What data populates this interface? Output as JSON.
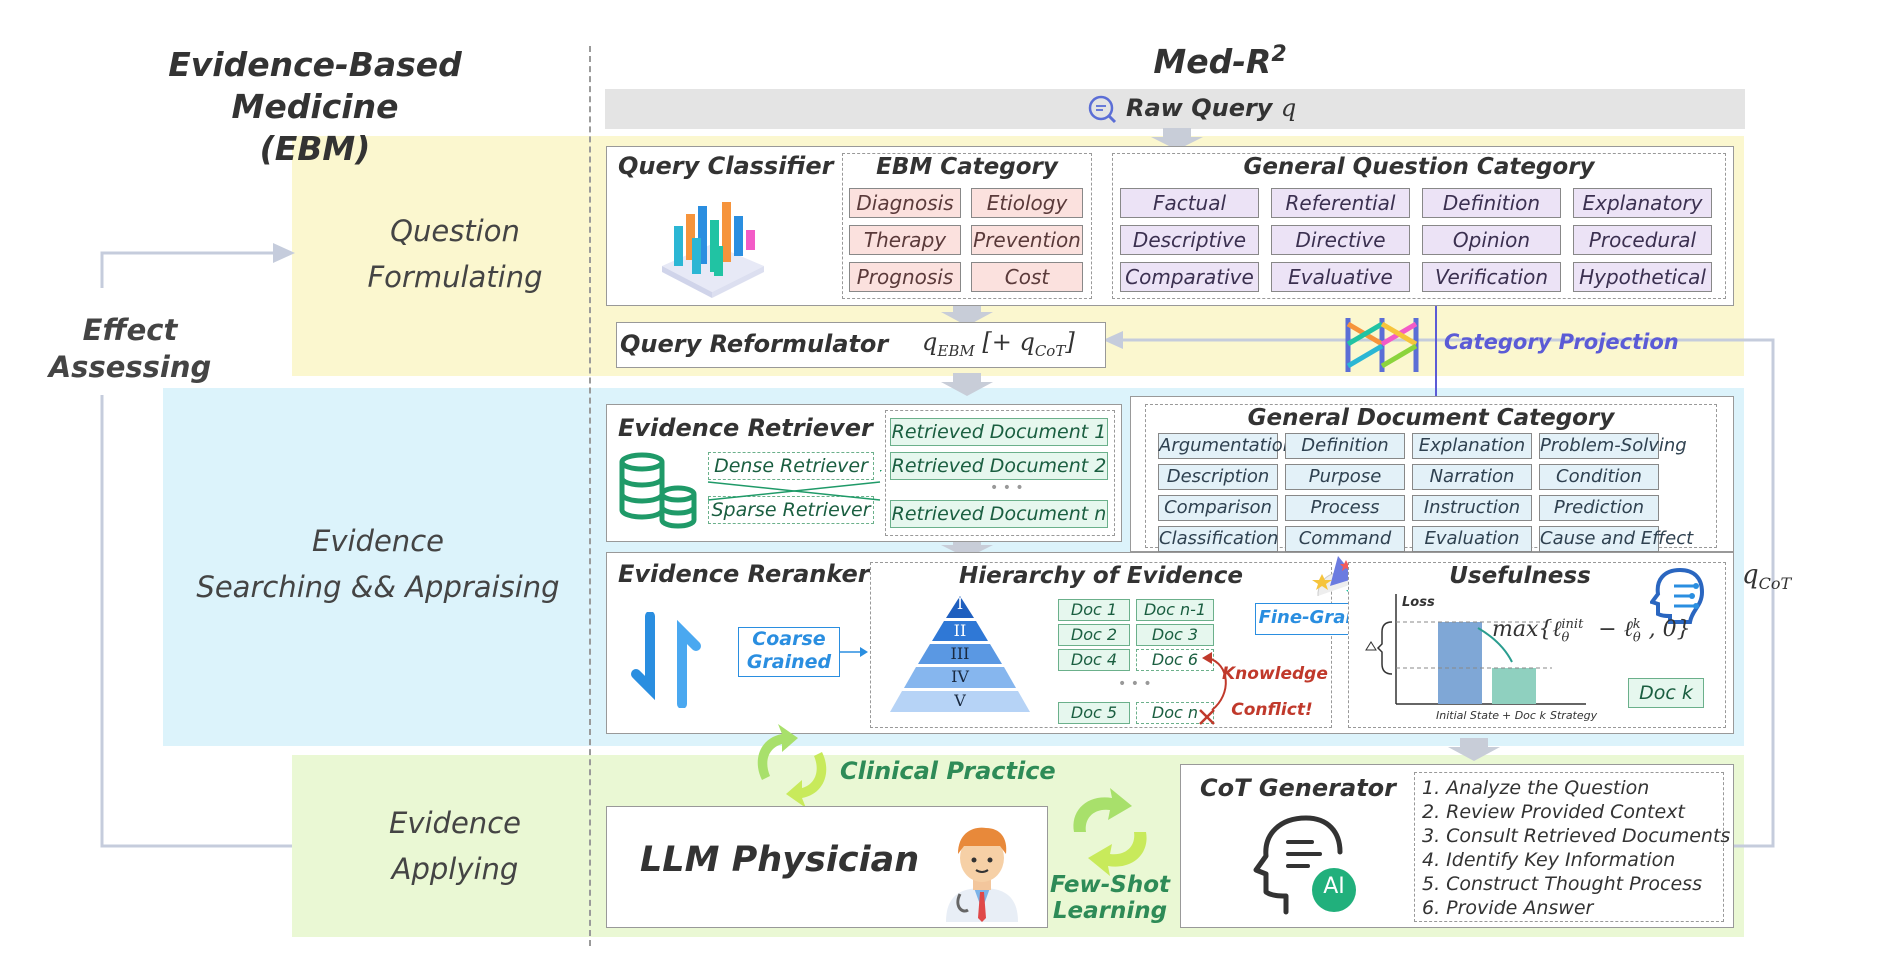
{
  "header": {
    "ebm_title_line1": "Evidence-Based Medicine",
    "ebm_title_line2": "(EBM)",
    "medr2_title": "Med-R",
    "medr2_superscript": "2"
  },
  "raw_query": {
    "label": "Raw Query",
    "var": "q"
  },
  "stages": {
    "question_formulating": [
      "Question",
      "Formulating"
    ],
    "evidence_searching": [
      "Evidence",
      "Searching && Appraising"
    ],
    "evidence_applying": [
      "Evidence",
      "Applying"
    ],
    "effect_assessing": [
      "Effect",
      "Assessing"
    ]
  },
  "query_classifier": {
    "title": "Query Classifier",
    "ebm_category_title": "EBM Category",
    "ebm_categories": [
      "Diagnosis",
      "Etiology",
      "Therapy",
      "Prevention",
      "Prognosis",
      "Cost"
    ],
    "general_category_title": "General Question Category",
    "general_categories": [
      "Factual",
      "Referential",
      "Definition",
      "Explanatory",
      "Descriptive",
      "Directive",
      "Opinion",
      "Procedural",
      "Comparative",
      "Evaluative",
      "Verification",
      "Hypothetical"
    ]
  },
  "query_reformulator": {
    "title": "Query Reformulator",
    "formula": "q_EBM [+ q_CoT]"
  },
  "category_projection": "Category Projection",
  "q_cot_label": "q_CoT",
  "evidence_retriever": {
    "title": "Evidence Retriever",
    "dense": "Dense Retriever",
    "sparse": "Sparse Retriever",
    "docs": [
      "Retrieved Document 1",
      "Retrieved Document 2",
      "Retrieved Document n"
    ],
    "ellipsis": "• • •"
  },
  "general_document_category": {
    "title": "General Document Category",
    "categories": [
      "Argumentation",
      "Definition",
      "Explanation",
      "Problem-Solving",
      "Description",
      "Purpose",
      "Narration",
      "Condition",
      "Comparison",
      "Process",
      "Instruction",
      "Prediction",
      "Classification",
      "Command",
      "Evaluation",
      "Cause and Effect"
    ]
  },
  "evidence_reranker": {
    "title": "Evidence Reranker",
    "coarse_grained": [
      "Coarse",
      "Grained"
    ],
    "hierarchy_title": "Hierarchy of Evidence",
    "pyramid_levels": [
      "I",
      "II",
      "III",
      "IV",
      "V"
    ],
    "docs_left": [
      "Doc 1",
      "Doc 2",
      "Doc 4",
      "Doc 5"
    ],
    "docs_right": [
      "Doc n-1",
      "Doc 3",
      "Doc 6",
      "Doc n"
    ],
    "ellipsis": "• • •",
    "knowledge_conflict": [
      "Knowledge",
      "Conflict!"
    ],
    "fine_grained": "Fine-Grained",
    "usefulness_title": "Usefulness",
    "loss_label": "Loss",
    "x_initial": "Initial State",
    "x_doc": "+ Doc k",
    "x_strategy": "Strategy",
    "formula": "max{ℓ_θ^init − ℓ_θ^k, 0}",
    "doc_k": "Doc k",
    "usefulness_chart": {
      "type": "bar",
      "categories": [
        "Initial State",
        "+ Doc k"
      ],
      "values": [
        0.82,
        0.36
      ],
      "ylabel": "Loss",
      "xlabel": "Strategy"
    }
  },
  "clinical_practice": "Clinical Practice",
  "llm_physician": "LLM Physician",
  "few_shot": [
    "Few-Shot",
    "Learning"
  ],
  "cot_generator": {
    "title": "CoT Generator",
    "ai_badge": "AI",
    "steps": [
      "1. Analyze the Question",
      "2. Review Provided Context",
      "3. Consult Retrieved Documents",
      "4. Identify Key Information",
      "5. Construct Thought Process",
      "6. Provide Answer"
    ]
  },
  "colors": {
    "yellow_band": "#fbf7cf",
    "blue_band": "#dcf3fb",
    "green_band": "#eaf8d4",
    "gray_arrow": "#c8cdd8",
    "projection_blue": "#5b5bd6",
    "retriever_green": "#1f9a68",
    "conflict_red": "#c0392b"
  }
}
